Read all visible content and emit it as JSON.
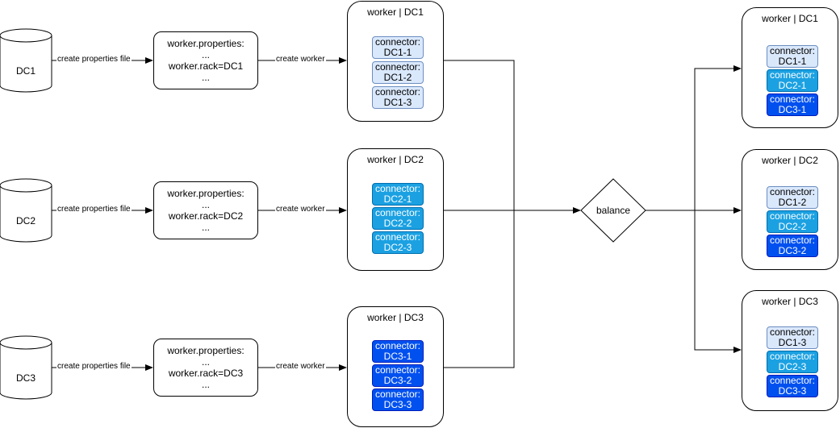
{
  "colors": {
    "dc1_fill": "#dae8fc",
    "dc2_fill": "#1ba1e2",
    "dc3_fill": "#0050ef"
  },
  "datacenters": [
    {
      "label": "DC1"
    },
    {
      "label": "DC2"
    },
    {
      "label": "DC3"
    }
  ],
  "edge_labels": {
    "create_properties": "create properties file",
    "create_worker": "create worker"
  },
  "properties_boxes": [
    {
      "line1": "worker.properties:",
      "line2": "...",
      "line3": "worker.rack=DC1",
      "line4": "..."
    },
    {
      "line1": "worker.properties:",
      "line2": "...",
      "line3": "worker.rack=DC2",
      "line4": "..."
    },
    {
      "line1": "worker.properties:",
      "line2": "...",
      "line3": "worker.rack=DC3",
      "line4": "..."
    }
  ],
  "before_workers": [
    {
      "title": "worker | DC1",
      "connectors": [
        {
          "line1": "connector:",
          "line2": "DC1-1"
        },
        {
          "line1": "connector:",
          "line2": "DC1-2"
        },
        {
          "line1": "connector:",
          "line2": "DC1-3"
        }
      ]
    },
    {
      "title": "worker | DC2",
      "connectors": [
        {
          "line1": "connector:",
          "line2": "DC2-1"
        },
        {
          "line1": "connector:",
          "line2": "DC2-2"
        },
        {
          "line1": "connector:",
          "line2": "DC2-3"
        }
      ]
    },
    {
      "title": "worker | DC3",
      "connectors": [
        {
          "line1": "connector:",
          "line2": "DC3-1"
        },
        {
          "line1": "connector:",
          "line2": "DC3-2"
        },
        {
          "line1": "connector:",
          "line2": "DC3-3"
        }
      ]
    }
  ],
  "balance": {
    "label": "balance"
  },
  "after_workers": [
    {
      "title": "worker | DC1",
      "connectors": [
        {
          "line1": "connector:",
          "line2": "DC1-1"
        },
        {
          "line1": "connector:",
          "line2": "DC2-1"
        },
        {
          "line1": "connector:",
          "line2": "DC3-1"
        }
      ]
    },
    {
      "title": "worker | DC2",
      "connectors": [
        {
          "line1": "connector:",
          "line2": "DC1-2"
        },
        {
          "line1": "connector:",
          "line2": "DC2-2"
        },
        {
          "line1": "connector:",
          "line2": "DC3-2"
        }
      ]
    },
    {
      "title": "worker | DC3",
      "connectors": [
        {
          "line1": "connector:",
          "line2": "DC1-3"
        },
        {
          "line1": "connector:",
          "line2": "DC2-3"
        },
        {
          "line1": "connector:",
          "line2": "DC3-3"
        }
      ]
    }
  ]
}
